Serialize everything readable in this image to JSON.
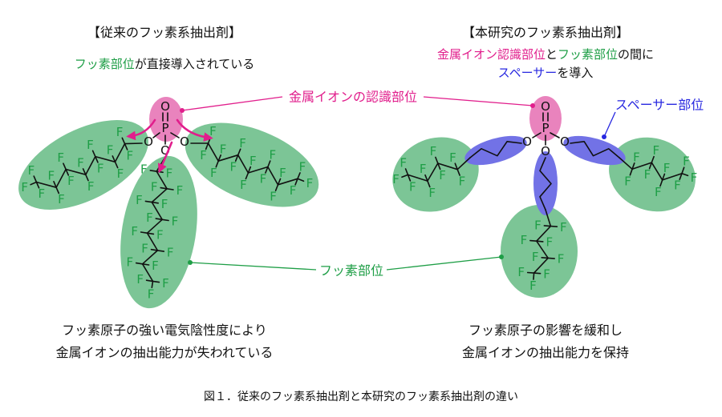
{
  "titles": {
    "left": "【従来のフッ素系抽出剤】",
    "right": "【本研究のフッ素系抽出剤】"
  },
  "left_subtitle": {
    "part1": "フッ素部位",
    "part2": "が直接導入されている"
  },
  "right_subtitle": {
    "line1": {
      "part1": "金属イオン認識部位",
      "part2": "と",
      "part3": "フッ素部位",
      "part4": "の間に"
    },
    "line2": {
      "part1": "スペーサー",
      "part2": "を導入"
    }
  },
  "labels": {
    "recognition_site": "金属イオンの認識部位",
    "fluorous_site": "フッ素部位",
    "spacer_site": "スペーサー部位"
  },
  "conclusions": {
    "left": [
      "フッ素原子の強い電気陰性度により",
      "金属イオンの抽出能力が失われている"
    ],
    "right": [
      "フッ素原子の影響を緩和し",
      "金属イオンの抽出能力を保持"
    ]
  },
  "caption": "図１．従来のフッ素系抽出剤と本研究のフッ素系抽出剤の違い",
  "atoms": {
    "phosphorus": "P",
    "oxygen": "O",
    "fluorine": "F"
  },
  "colors": {
    "fluorous_zone": "#7cc596",
    "recognition_zone": "#e983bd",
    "spacer_zone": "#7272e6",
    "fluorous_text": "#1e9e46",
    "recognition_text": "#e11e8c",
    "spacer_text": "#2828e0",
    "bond": "#111111"
  }
}
